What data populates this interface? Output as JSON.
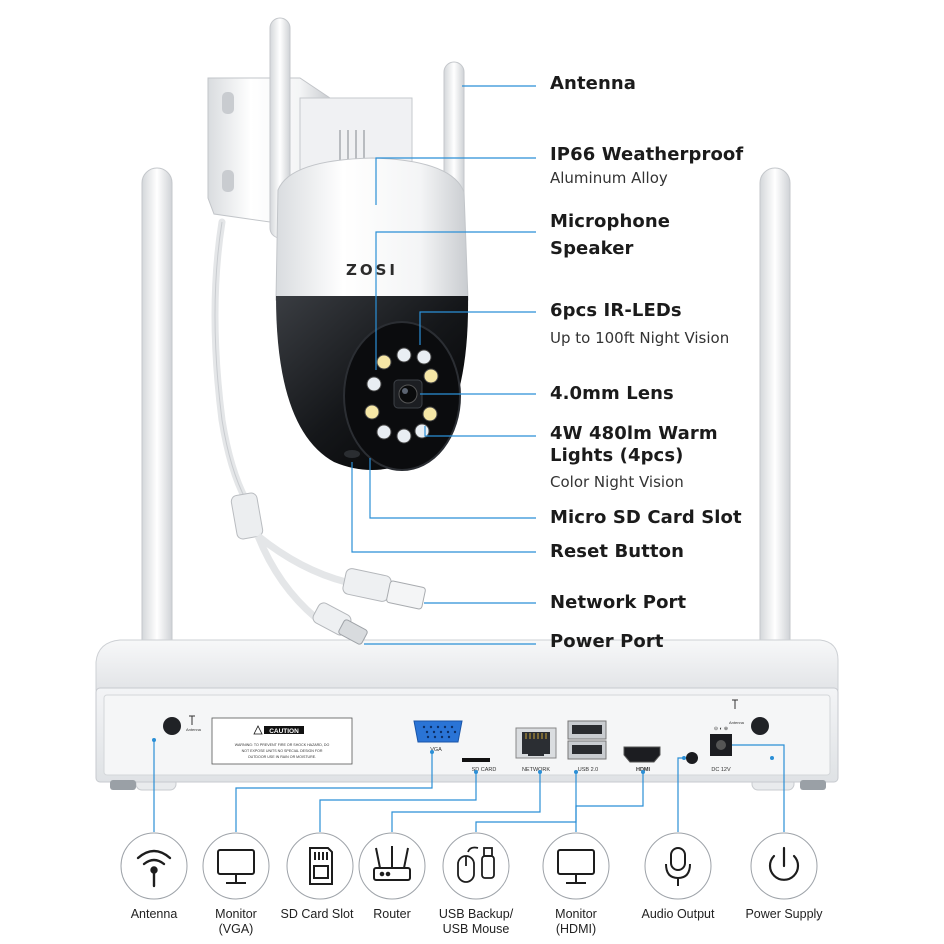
{
  "callouts": {
    "antenna": "Antenna",
    "weatherproof": "IP66 Weatherproof",
    "weatherproof_sub": "Aluminum Alloy",
    "microphone": "Microphone",
    "speaker": "Speaker",
    "ir_leds": "6pcs IR-LEDs",
    "ir_leds_sub": "Up to 100ft Night Vision",
    "lens": "4.0mm Lens",
    "warm_lights_1": "4W 480lm Warm",
    "warm_lights_2": "Lights (4pcs)",
    "warm_lights_sub": "Color Night Vision",
    "sd_slot": "Micro SD Card Slot",
    "reset": "Reset Button",
    "network_port": "Network Port",
    "power_port": "Power Port"
  },
  "camera": {
    "brand": "ZOSI"
  },
  "nvr": {
    "caution_title": "CAUTION",
    "caution_text_1": "WARNING: TO PREVENT FIRE OR SHOCK HAZARD, DO",
    "caution_text_2": "NOT EXPOSE UNITS NO SPECIAL DESIGN FOR",
    "caution_text_3": "OUTDOOR USE IN RAIN OR MOISTURE.",
    "antenna_left": "Antenna",
    "antenna_right": "Antenna",
    "vga": "VGA",
    "sd_card": "SD CARD",
    "network": "NETWORK",
    "usb": "USB 2.0",
    "hdmi": "HDMI",
    "dc": "DC 12V"
  },
  "ports": [
    {
      "icon": "wifi-antenna-icon",
      "label_1": "Antenna",
      "label_2": ""
    },
    {
      "icon": "monitor-icon",
      "label_1": "Monitor",
      "label_2": "(VGA)"
    },
    {
      "icon": "sd-card-icon",
      "label_1": "SD Card Slot",
      "label_2": ""
    },
    {
      "icon": "router-icon",
      "label_1": "Router",
      "label_2": ""
    },
    {
      "icon": "usb-mouse-icon",
      "label_1": "USB Backup/",
      "label_2": "USB Mouse"
    },
    {
      "icon": "monitor-icon",
      "label_1": "Monitor",
      "label_2": "(HDMI)"
    },
    {
      "icon": "microphone-icon",
      "label_1": "Audio Output",
      "label_2": ""
    },
    {
      "icon": "power-icon",
      "label_1": "Power Supply",
      "label_2": ""
    }
  ],
  "colors": {
    "line": "#2b8fd6",
    "accent_blue": "#1f6fd1"
  }
}
